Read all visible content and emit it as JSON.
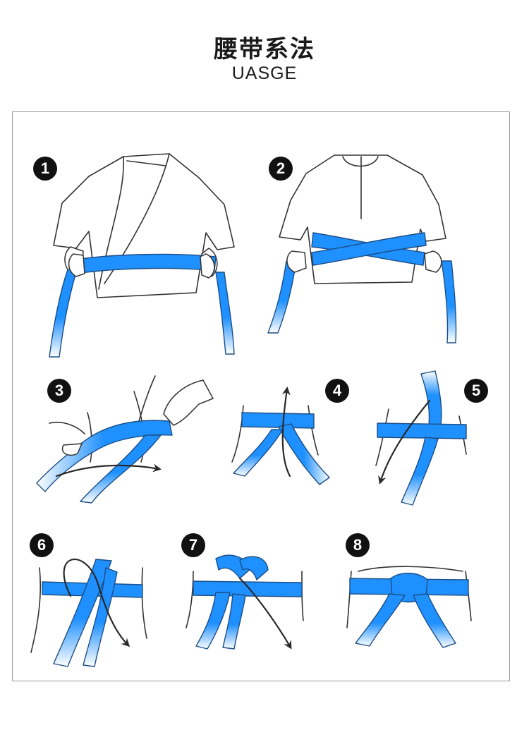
{
  "header": {
    "title": "腰带系法",
    "subtitle": "UASGE"
  },
  "steps": [
    {
      "number": "1"
    },
    {
      "number": "2"
    },
    {
      "number": "3"
    },
    {
      "number": "4"
    },
    {
      "number": "5"
    },
    {
      "number": "6"
    },
    {
      "number": "7"
    },
    {
      "number": "8"
    }
  ],
  "colors": {
    "belt": "#1e90ff",
    "belt_fade": "#ffffff",
    "outline": "#333333",
    "frame": "#9a9a9a"
  }
}
